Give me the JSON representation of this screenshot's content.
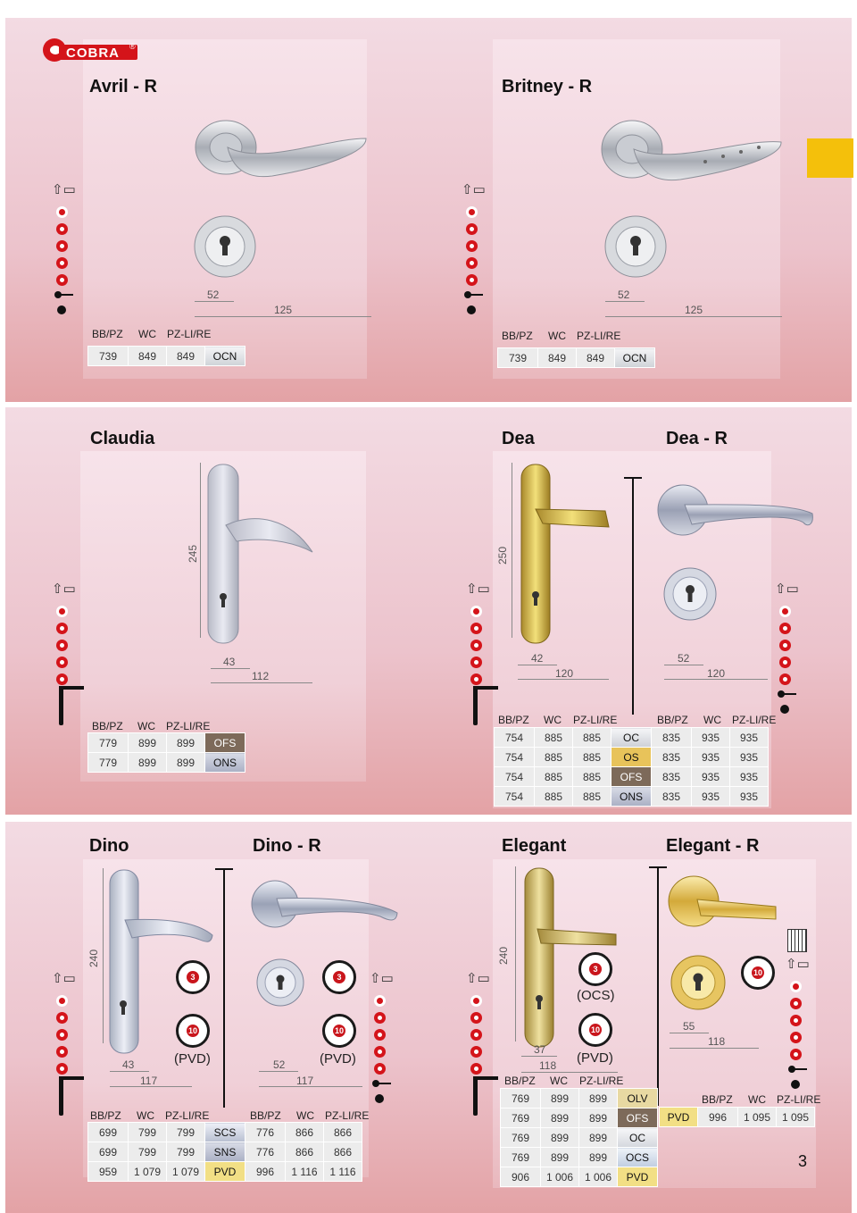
{
  "brand": {
    "name": "COBRA",
    "mark": "®"
  },
  "page_number": "3",
  "accent_color": "#f4c00b",
  "brand_color": "#d4141a",
  "icons": [
    "door-handle-icon",
    "cobra-c-icon",
    "key-icon",
    "info-icon",
    "guarantee-badge-icon",
    "cylinder-icon"
  ],
  "products": {
    "avril": {
      "title": "Avril - R",
      "dims": {
        "rose": "52",
        "spacing": "125"
      },
      "headers": [
        "BB/PZ",
        "WC",
        "PZ-LI/RE"
      ],
      "rows": [
        {
          "cells": [
            "739",
            "849",
            "849"
          ],
          "finish": "OCN"
        }
      ]
    },
    "britney": {
      "title": "Britney - R",
      "dims": {
        "rose": "52",
        "spacing": "125"
      },
      "headers": [
        "BB/PZ",
        "WC",
        "PZ-LI/RE"
      ],
      "rows": [
        {
          "cells": [
            "739",
            "849",
            "849"
          ],
          "finish": "OCN"
        }
      ]
    },
    "claudia": {
      "title": "Claudia",
      "dims": {
        "height": "245",
        "width": "43",
        "spacing": "112"
      },
      "headers": [
        "BB/PZ",
        "WC",
        "PZ-LI/RE"
      ],
      "rows": [
        {
          "cells": [
            "779",
            "899",
            "899"
          ],
          "finish": "OFS"
        },
        {
          "cells": [
            "779",
            "899",
            "899"
          ],
          "finish": "ONS"
        }
      ]
    },
    "dea": {
      "title": "Dea",
      "dims": {
        "height": "250",
        "width": "42",
        "spacing": "120"
      },
      "headers": [
        "BB/PZ",
        "WC",
        "PZ-LI/RE"
      ],
      "rows": [
        {
          "cells": [
            "754",
            "885",
            "885"
          ],
          "finish": "OC"
        },
        {
          "cells": [
            "754",
            "885",
            "885"
          ],
          "finish": "OS"
        },
        {
          "cells": [
            "754",
            "885",
            "885"
          ],
          "finish": "OFS"
        },
        {
          "cells": [
            "754",
            "885",
            "885"
          ],
          "finish": "ONS"
        }
      ]
    },
    "dea_r": {
      "title": "Dea - R",
      "dims": {
        "rose": "52",
        "spacing": "120"
      },
      "headers": [
        "BB/PZ",
        "WC",
        "PZ-LI/RE"
      ],
      "rows": [
        {
          "cells": [
            "835",
            "935",
            "935"
          ]
        },
        {
          "cells": [
            "835",
            "935",
            "935"
          ]
        },
        {
          "cells": [
            "835",
            "935",
            "935"
          ]
        },
        {
          "cells": [
            "835",
            "935",
            "935"
          ]
        }
      ]
    },
    "dino": {
      "title": "Dino",
      "dims": {
        "height": "240",
        "width": "43",
        "spacing": "117"
      },
      "pvd": "(PVD)",
      "guarantee_a": "3",
      "guarantee_b": "10",
      "headers": [
        "BB/PZ",
        "WC",
        "PZ-LI/RE"
      ],
      "rows": [
        {
          "cells": [
            "699",
            "799",
            "799"
          ],
          "finish": "SCS"
        },
        {
          "cells": [
            "699",
            "799",
            "799"
          ],
          "finish": "SNS"
        },
        {
          "cells": [
            "959",
            "1 079",
            "1 079"
          ],
          "finish": "PVD"
        }
      ]
    },
    "dino_r": {
      "title": "Dino - R",
      "dims": {
        "rose": "52",
        "spacing": "117"
      },
      "pvd": "(PVD)",
      "guarantee_a": "3",
      "guarantee_b": "10",
      "headers": [
        "BB/PZ",
        "WC",
        "PZ-LI/RE"
      ],
      "rows": [
        {
          "cells": [
            "776",
            "866",
            "866"
          ]
        },
        {
          "cells": [
            "776",
            "866",
            "866"
          ]
        },
        {
          "cells": [
            "996",
            "1 116",
            "1 116"
          ]
        }
      ]
    },
    "elegant": {
      "title": "Elegant",
      "dims": {
        "height": "240",
        "width": "37",
        "spacing": "118"
      },
      "ocs": "(OCS)",
      "pvd": "(PVD)",
      "guarantee_a": "3",
      "guarantee_b": "10",
      "headers": [
        "BB/PZ",
        "WC",
        "PZ-LI/RE"
      ],
      "rows": [
        {
          "cells": [
            "769",
            "899",
            "899"
          ],
          "finish": "OLV"
        },
        {
          "cells": [
            "769",
            "899",
            "899"
          ],
          "finish": "OFS"
        },
        {
          "cells": [
            "769",
            "899",
            "899"
          ],
          "finish": "OC"
        },
        {
          "cells": [
            "769",
            "899",
            "899"
          ],
          "finish": "OCS"
        },
        {
          "cells": [
            "906",
            "1 006",
            "1 006"
          ],
          "finish": "PVD"
        }
      ]
    },
    "elegant_r": {
      "title": "Elegant - R",
      "dims": {
        "rose": "55",
        "spacing": "118"
      },
      "guarantee": "10",
      "headers": [
        "BB/PZ",
        "WC",
        "PZ-LI/RE"
      ],
      "rows": [
        {
          "finish": "PVD",
          "cells": [
            "996",
            "1 095",
            "1 095"
          ]
        }
      ]
    }
  }
}
